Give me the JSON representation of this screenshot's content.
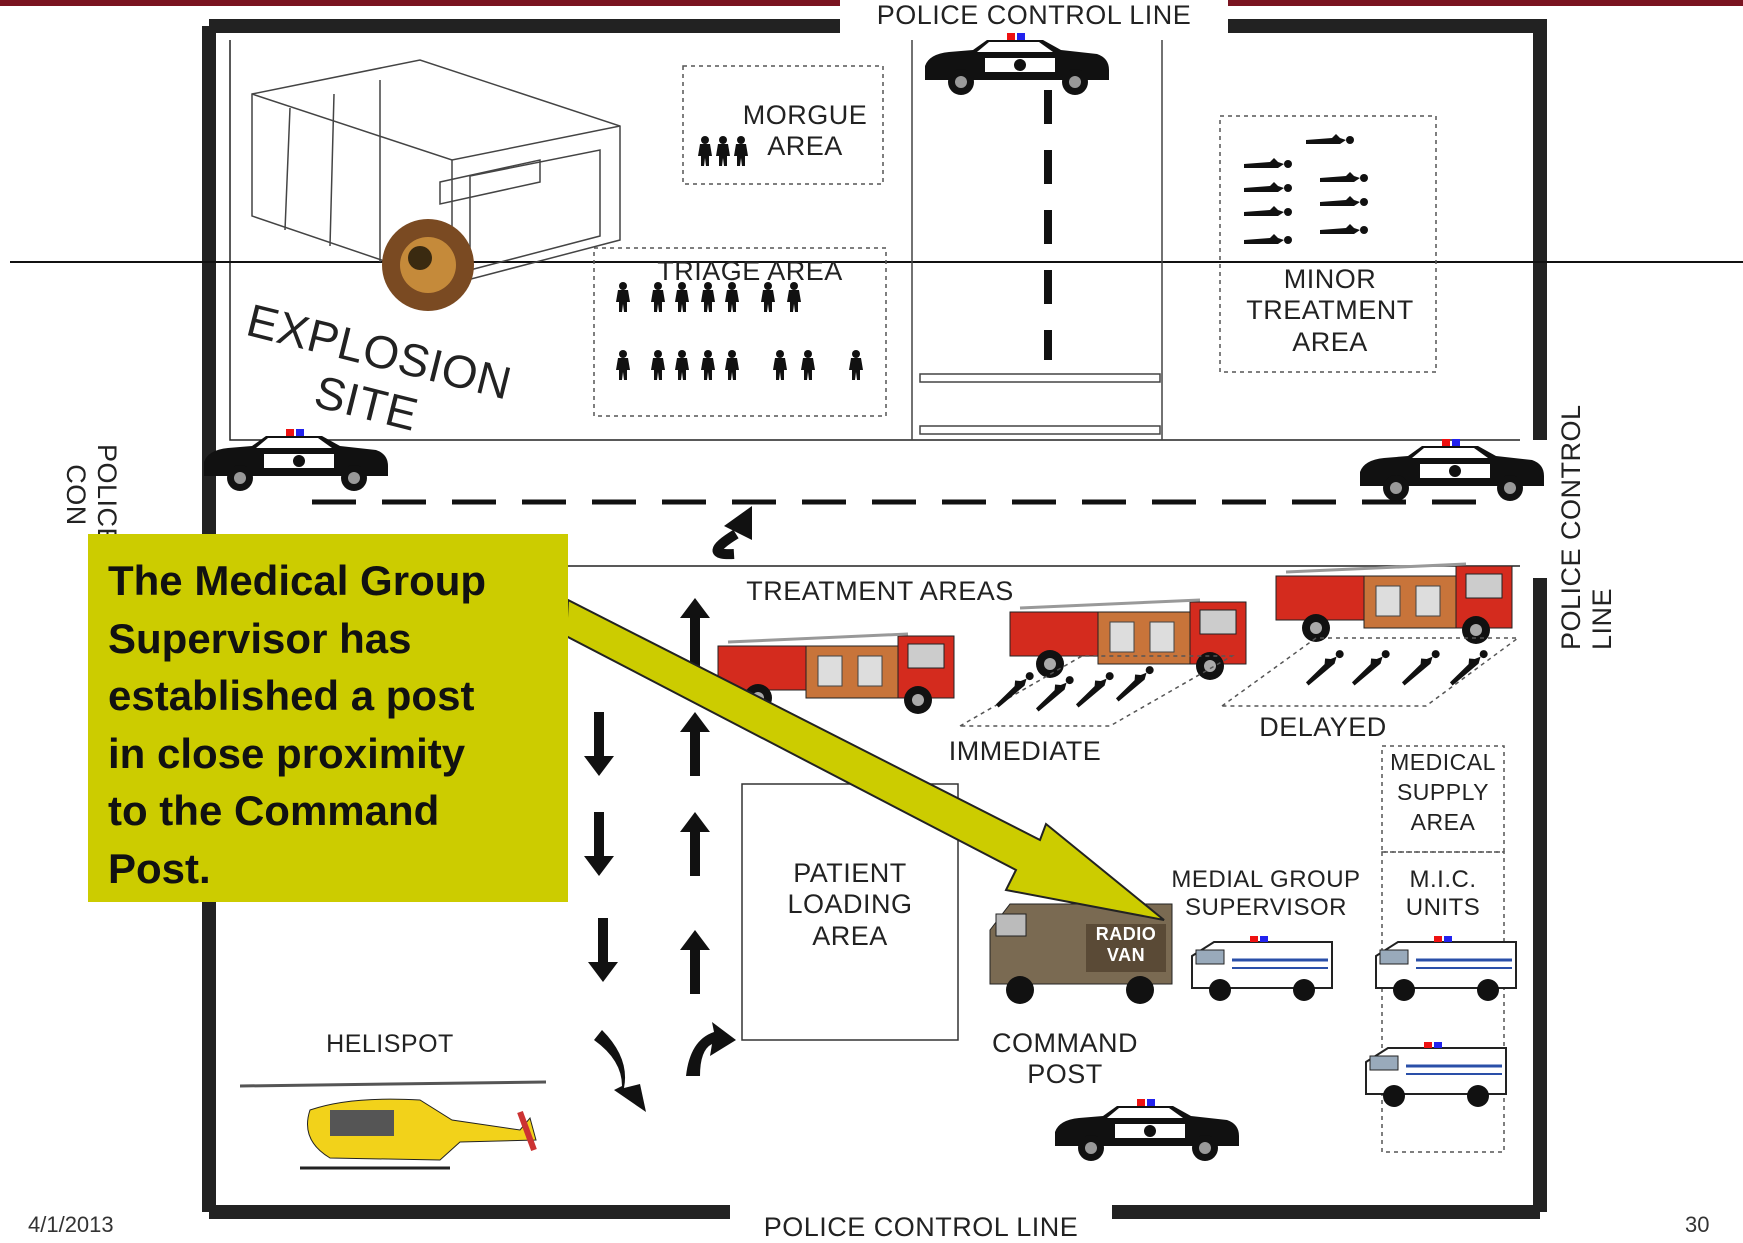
{
  "diagram": {
    "police_control_line_top": "POLICE CONTROL LINE",
    "police_control_line_bottom": "POLICE CONTROL LINE",
    "police_control_line_left": "POLICE CON",
    "police_control_line_right": "POLICE CONTROL LINE",
    "explosion_site": "EXPLOSION\nSITE",
    "morgue_area": "MORGUE\nAREA",
    "triage_area": "TRIAGE AREA",
    "minor_treatment_area": "MINOR\nTREATMENT\nAREA",
    "treatment_areas": "TREATMENT AREAS",
    "immediate": "IMMEDIATE",
    "delayed": "DELAYED",
    "medical_supply_area": "MEDICAL\nSUPPLY\nAREA",
    "mic_units": "M.I.C.\nUNITS",
    "medial_group_supervisor": "MEDIAL GROUP\nSUPERVISOR",
    "patient_loading_area": "PATIENT\nLOADING\nAREA",
    "command_post": "COMMAND\nPOST",
    "helispot": "HELISPOT",
    "radio_van": "RADIO\nVAN"
  },
  "callout": {
    "text": "The Medical Group\nSupervisor has\nestablished a post\nin close proximity\nto the Command\nPost."
  },
  "footer": {
    "date": "4/1/2013",
    "page": "30"
  },
  "colors": {
    "header_bar": "#7a1420",
    "callout_fill": "#cccc00",
    "fire_engine_red": "#d42b1e",
    "fire_engine_orange": "#c8743a",
    "helicopter_yellow": "#f2d21a"
  }
}
